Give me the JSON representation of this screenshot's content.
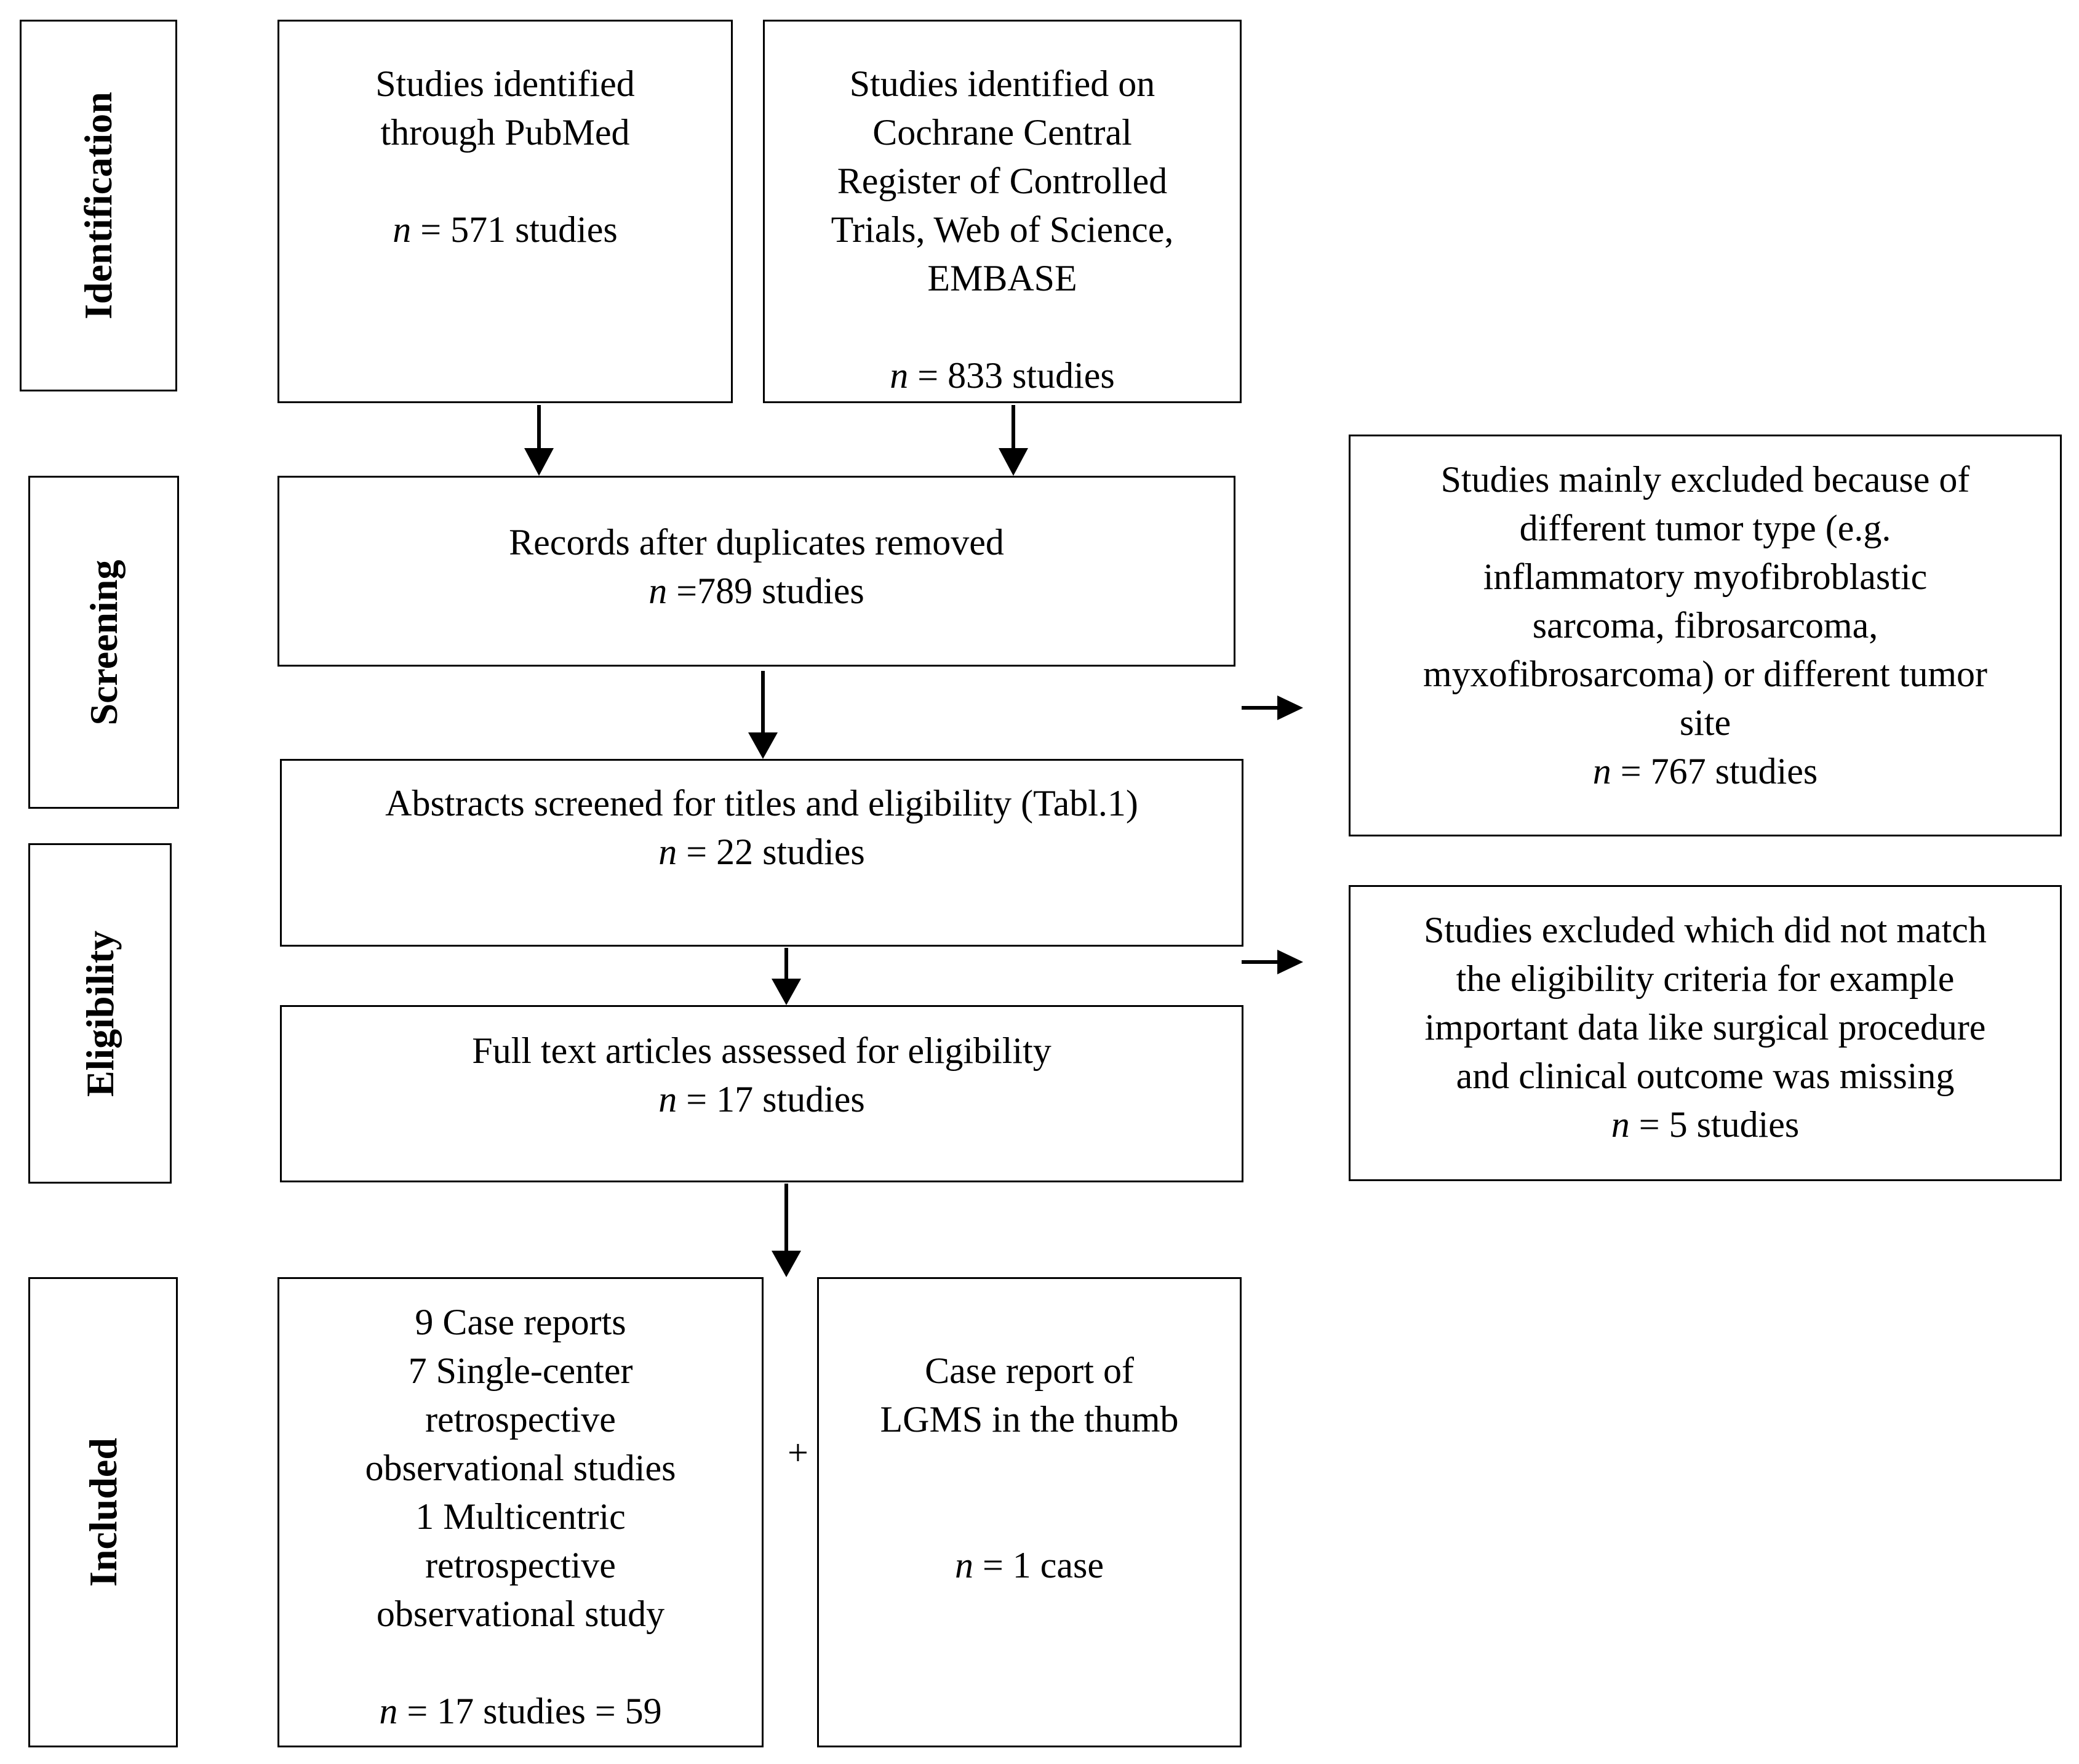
{
  "stages": {
    "identification": "Identification",
    "screening": "Screening",
    "eligibility": "Eligibility",
    "included": "Included"
  },
  "boxes": {
    "pubmed": {
      "lines": [
        "Studies identified",
        "through PubMed"
      ],
      "n_italic": "n",
      "n_rest": " = 571 studies"
    },
    "other_db": {
      "lines": [
        "Studies identified on",
        "Cochrane Central",
        "Register of Controlled",
        "Trials, Web of Science,",
        "EMBASE"
      ],
      "n_italic": "n",
      "n_rest": " = 833 studies"
    },
    "duplicates": {
      "line": "Records after duplicates removed",
      "n_italic": "n",
      "n_rest": " =789 studies"
    },
    "abstracts": {
      "line": "Abstracts screened for titles and eligibility (Tabl.1)",
      "n_italic": "n",
      "n_rest": " = 22 studies"
    },
    "fulltext": {
      "line": "Full text articles assessed for eligibility",
      "n_italic": "n",
      "n_rest": " = 17 studies"
    },
    "excluded_tumor": {
      "lines": [
        "Studies mainly excluded because of",
        "different tumor type (e.g.",
        "inflammatory myofibroblastic",
        "sarcoma, fibrosarcoma,",
        "myxofibrosarcoma) or different tumor",
        "site"
      ],
      "n_italic": "n",
      "n_rest": " = 767 studies"
    },
    "excluded_eligibility": {
      "lines": [
        "Studies excluded which did not match",
        "the eligibility criteria for example",
        "important data like surgical procedure",
        "and clinical outcome was missing"
      ],
      "n_italic": "n",
      "n_rest": " = 5 studies"
    },
    "included_studies": {
      "lines": [
        "9 Case reports",
        "7 Single-center",
        "retrospective",
        "observational studies",
        "1 Multicentric",
        "retrospective",
        "observational study"
      ],
      "n_italic": "n",
      "n_rest": " = 17 studies = 59"
    },
    "case_report": {
      "lines": [
        "Case report of",
        "LGMS in the thumb"
      ],
      "n_italic": "n",
      "n_rest": " = 1 case"
    }
  },
  "plus_sign": "+"
}
